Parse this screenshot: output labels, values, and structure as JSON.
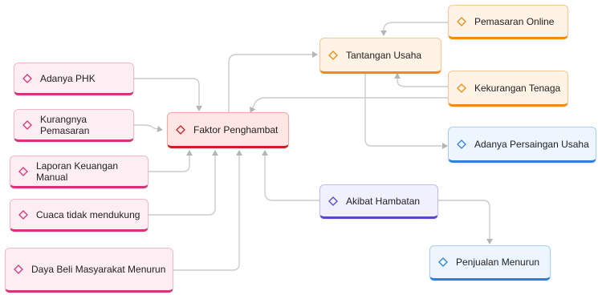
{
  "center": {
    "label": "Faktor Penghambat"
  },
  "causes": [
    {
      "label": "Adanya PHK"
    },
    {
      "label": "Kurangnya Pemasaran"
    },
    {
      "label": "Laporan Keuangan Manual"
    },
    {
      "label": "Cuaca tidak mendukung"
    },
    {
      "label": "Daya Beli Masyarakat Menurun"
    }
  ],
  "challenges": {
    "main": {
      "label": "Tantangan Usaha"
    },
    "items": [
      {
        "label": "Pemasaran Online"
      },
      {
        "label": "Kekurangan Tenaga"
      },
      {
        "label": "Adanya Persaingan Usaha"
      }
    ]
  },
  "effects": {
    "main": {
      "label": "Akibat Hambatan"
    },
    "items": [
      {
        "label": "Penjualan Menurun"
      }
    ]
  },
  "colors": {
    "cause_accent": "#d6337a",
    "center_accent": "#cc1f1f",
    "challenge_accent": "#f08a10",
    "blue_accent": "#2b7fe0",
    "effect_accent": "#5548cf",
    "connector": "#c8c8c8"
  },
  "icons": {
    "node_marker": "diamond-icon"
  }
}
